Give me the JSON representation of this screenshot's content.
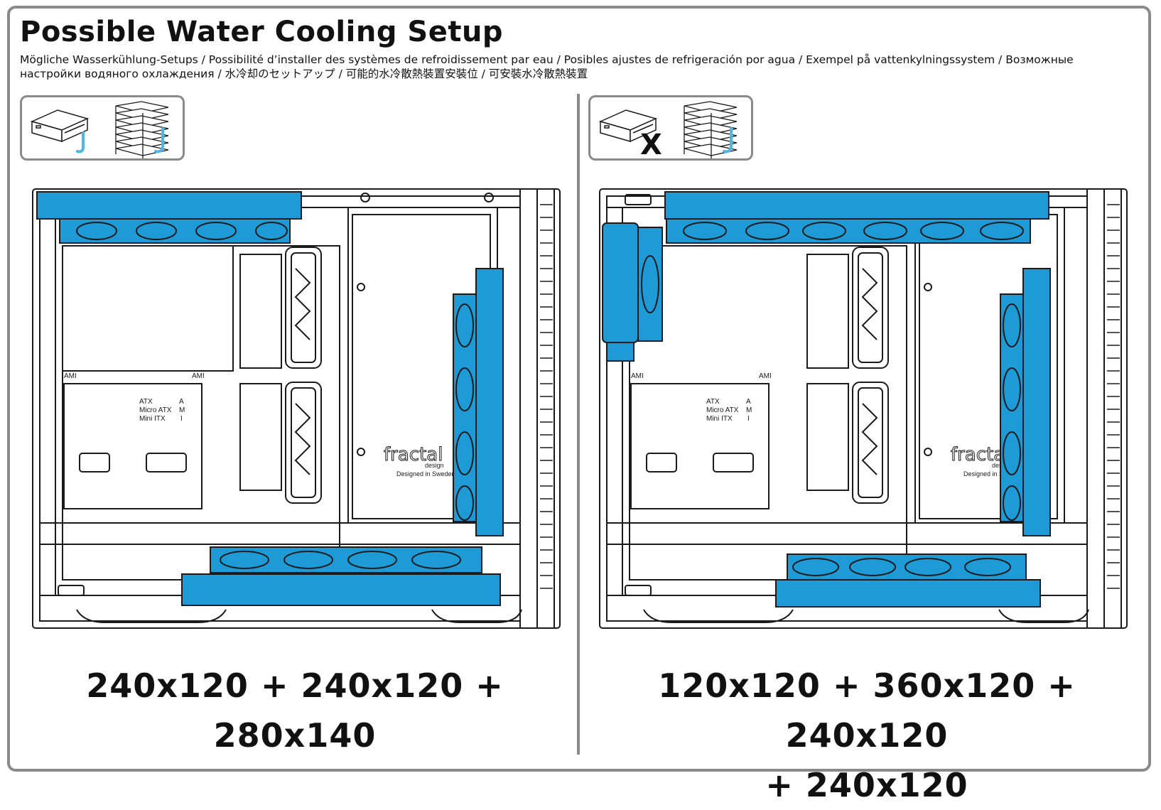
{
  "title": "Possible Water Cooling Setup",
  "subtitle": "Mögliche Wasserkühlung-Setups  / Possibilité d’installer des systèmes de refroidissement par eau / Posibles ajustes de refrigeración por agua / Exempel på vattenkylningssystem / Возможные настройки водяного охлаждения / 水冷却のセットアップ / 可能的水冷散熱裝置安裝位 / 可安裝水冷散熱裝置",
  "colors": {
    "radiator": "#1e9ad6",
    "accent_check": "#4fb6e3",
    "frame": "#8a8a8a",
    "outline": "#1a1a1a"
  },
  "panels": [
    {
      "icons": [
        {
          "icon": "odd-drive-bay-icon",
          "status": "check-icon"
        },
        {
          "icon": "hdd-cage-icon",
          "status": "check-icon"
        }
      ],
      "case_labels": {
        "ami_left": "AMI",
        "ami_right": "AMI",
        "atx": "ATX",
        "micro_atx": "Micro ATX",
        "mini_itx": "Mini ITX",
        "a": "A",
        "m": "M",
        "i": "I",
        "brand": "fractal",
        "brand_sub": "design",
        "tagline": "Designed in Sweden"
      },
      "config_line1": "240x120 + 240x120 + 280x140",
      "config_line2": ""
    },
    {
      "icons": [
        {
          "icon": "odd-drive-bay-icon",
          "status": "cross-icon"
        },
        {
          "icon": "hdd-cage-icon",
          "status": "check-icon"
        }
      ],
      "case_labels": {
        "ami_left": "AMI",
        "ami_right": "AMI",
        "atx": "ATX",
        "micro_atx": "Micro ATX",
        "mini_itx": "Mini ITX",
        "a": "A",
        "m": "M",
        "i": "I",
        "brand": "fractal",
        "brand_sub": "design",
        "tagline": "Designed in Sweden"
      },
      "config_line1": "120x120 + 360x120 + 240x120",
      "config_line2": "+ 240x120"
    }
  ],
  "cross_mark": "X"
}
